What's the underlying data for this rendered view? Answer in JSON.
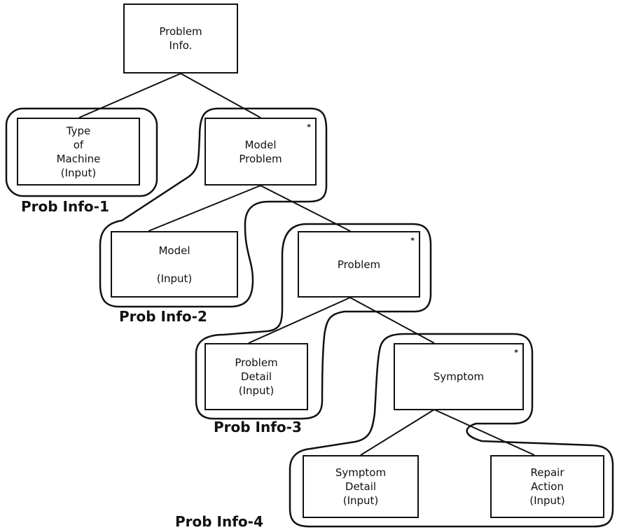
{
  "nodes": {
    "problem_info": {
      "label": "Problem\nInfo.",
      "star": ""
    },
    "type_of_machine": {
      "label": "Type\nof\nMachine\n(Input)",
      "star": ""
    },
    "model_problem": {
      "label": "Model\nProblem",
      "star": "*"
    },
    "model": {
      "label": "Model\n\n(Input)",
      "star": ""
    },
    "problem": {
      "label": "Problem",
      "star": "*"
    },
    "problem_detail": {
      "label": "Problem\nDetail\n(Input)",
      "star": ""
    },
    "symptom": {
      "label": "Symptom",
      "star": "*"
    },
    "symptom_detail": {
      "label": "Symptom\nDetail\n(Input)",
      "star": ""
    },
    "repair_action": {
      "label": "Repair\nAction\n(Input)",
      "star": ""
    }
  },
  "groups": {
    "prob_info_1": "Prob Info-1",
    "prob_info_2": "Prob Info-2",
    "prob_info_3": "Prob Info-3",
    "prob_info_4": "Prob Info-4"
  }
}
